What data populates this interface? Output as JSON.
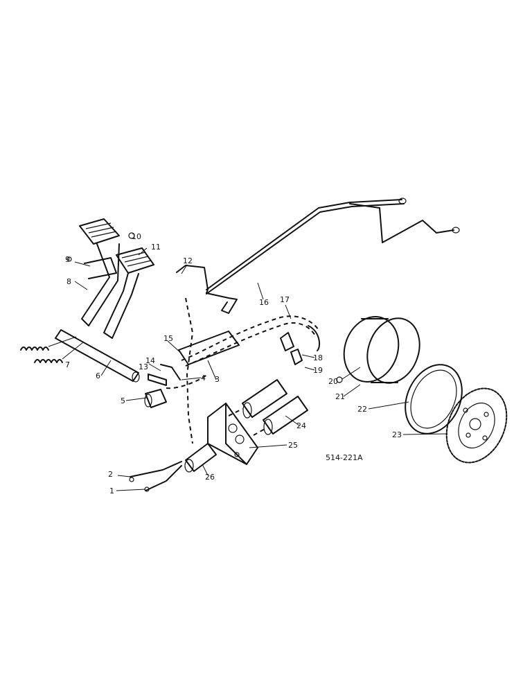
{
  "callouts": [
    "1",
    "2",
    "3",
    "4",
    "5",
    "6",
    "7",
    "8",
    "9",
    "10",
    "11",
    "12",
    "13",
    "14",
    "15",
    "16",
    "17",
    "18",
    "19",
    "20",
    "21",
    "22",
    "23",
    "24",
    "25",
    "26"
  ],
  "drawing_number": "514-221A"
}
